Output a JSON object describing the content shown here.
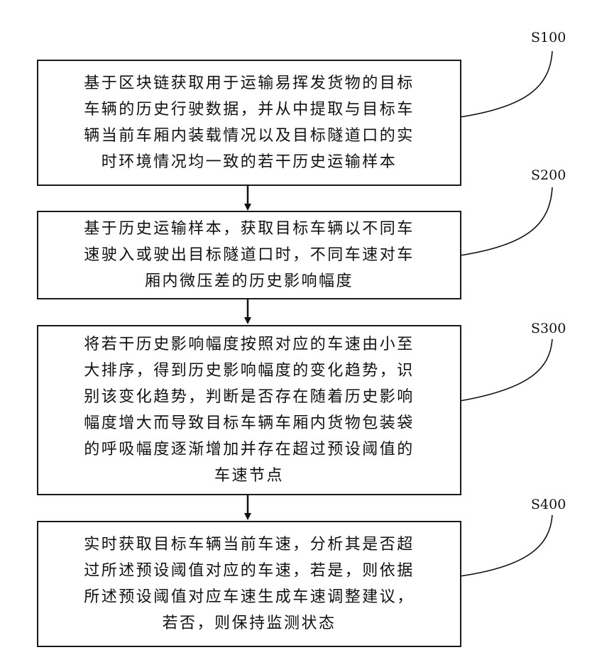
{
  "steps": [
    {
      "label": "S100",
      "text": "基于区块链获取用于运输易挥发货物的目标\n车辆的历史行驶数据，并从中提取与目标车\n辆当前车厢内装载情况以及目标隧道口的实\n时环境情况均一致的若干历史运输样本"
    },
    {
      "label": "S200",
      "text": "基于历史运输样本，获取目标车辆以不同车\n速驶入或驶出目标隧道口时，不同车速对车\n厢内微压差的历史影响幅度"
    },
    {
      "label": "S300",
      "text": "将若干历史影响幅度按照对应的车速由小至\n大排序，得到历史影响幅度的变化趋势，识\n别该变化趋势，判断是否存在随着历史影响\n幅度增大而导致目标车辆车厢内货物包装袋\n的呼吸幅度逐渐增加并存在超过预设阈值的\n车速节点"
    },
    {
      "label": "S400",
      "text": "实时获取目标车辆当前车速，分析其是否超\n过所述预设阈值对应的车速，若是，则依据\n所述预设阈值对应车速生成车速调整建议，\n若否，则保持监测状态"
    }
  ]
}
